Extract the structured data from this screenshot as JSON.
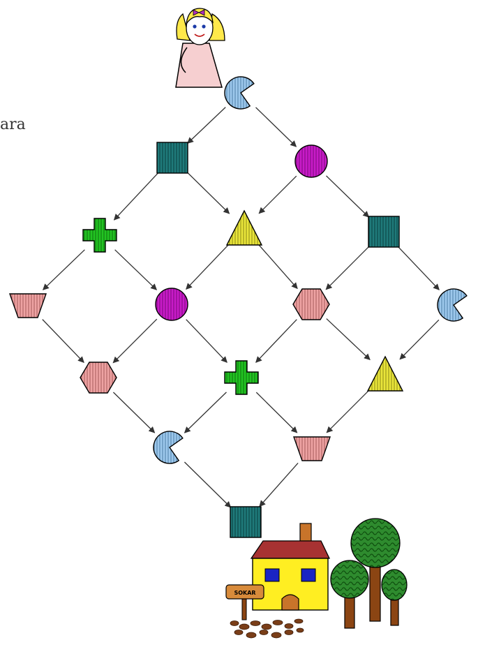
{
  "edge_text": "ara",
  "sign_text": "SOKAR",
  "colors": {
    "teal": "#1f7a7a",
    "magenta": "#c81bc8",
    "green": "#22c322",
    "yellow": "#e9e53a",
    "pink": "#eea3a3",
    "blue": "#9dc8ec",
    "dress": "#f6cfd0",
    "hair": "#ffe94a",
    "house": "#ffee22",
    "roof": "#a73232",
    "tree": "#2e8b2e",
    "trunk": "#8b4513"
  },
  "nodes": [
    {
      "id": "n0",
      "shape": "pacman",
      "color": "blue"
    },
    {
      "id": "n1",
      "shape": "square",
      "color": "teal"
    },
    {
      "id": "n2",
      "shape": "circle",
      "color": "magenta"
    },
    {
      "id": "n3",
      "shape": "cross",
      "color": "green"
    },
    {
      "id": "n4",
      "shape": "triangle",
      "color": "yellow"
    },
    {
      "id": "n5",
      "shape": "square",
      "color": "teal"
    },
    {
      "id": "n6",
      "shape": "trapezoid",
      "color": "pink"
    },
    {
      "id": "n7",
      "shape": "circle",
      "color": "magenta"
    },
    {
      "id": "n8",
      "shape": "hexagon",
      "color": "pink"
    },
    {
      "id": "n9",
      "shape": "pacman",
      "color": "blue"
    },
    {
      "id": "n10",
      "shape": "hexagon",
      "color": "pink"
    },
    {
      "id": "n11",
      "shape": "cross",
      "color": "green"
    },
    {
      "id": "n12",
      "shape": "triangle",
      "color": "yellow"
    },
    {
      "id": "n13",
      "shape": "pacman",
      "color": "blue"
    },
    {
      "id": "n14",
      "shape": "trapezoid",
      "color": "pink"
    },
    {
      "id": "n15",
      "shape": "square",
      "color": "teal"
    }
  ],
  "edges": [
    [
      "n0",
      "n1"
    ],
    [
      "n0",
      "n2"
    ],
    [
      "n1",
      "n3"
    ],
    [
      "n1",
      "n4"
    ],
    [
      "n2",
      "n4"
    ],
    [
      "n2",
      "n5"
    ],
    [
      "n3",
      "n6"
    ],
    [
      "n3",
      "n7"
    ],
    [
      "n4",
      "n7"
    ],
    [
      "n4",
      "n8"
    ],
    [
      "n5",
      "n8"
    ],
    [
      "n5",
      "n9"
    ],
    [
      "n6",
      "n10"
    ],
    [
      "n7",
      "n10"
    ],
    [
      "n7",
      "n11"
    ],
    [
      "n8",
      "n11"
    ],
    [
      "n8",
      "n12"
    ],
    [
      "n9",
      "n12"
    ],
    [
      "n10",
      "n13"
    ],
    [
      "n11",
      "n13"
    ],
    [
      "n11",
      "n14"
    ],
    [
      "n12",
      "n14"
    ],
    [
      "n13",
      "n15"
    ],
    [
      "n14",
      "n15"
    ]
  ]
}
